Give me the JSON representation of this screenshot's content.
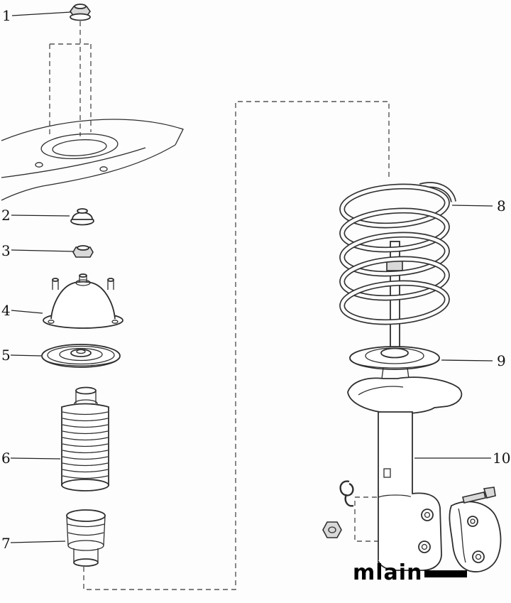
{
  "figure": {
    "labels": {
      "1": "1",
      "2": "2",
      "3": "3",
      "4": "4",
      "5": "5",
      "6": "6",
      "7": "7",
      "8": "8",
      "9": "9",
      "10": "10"
    },
    "watermark": "mlain"
  }
}
